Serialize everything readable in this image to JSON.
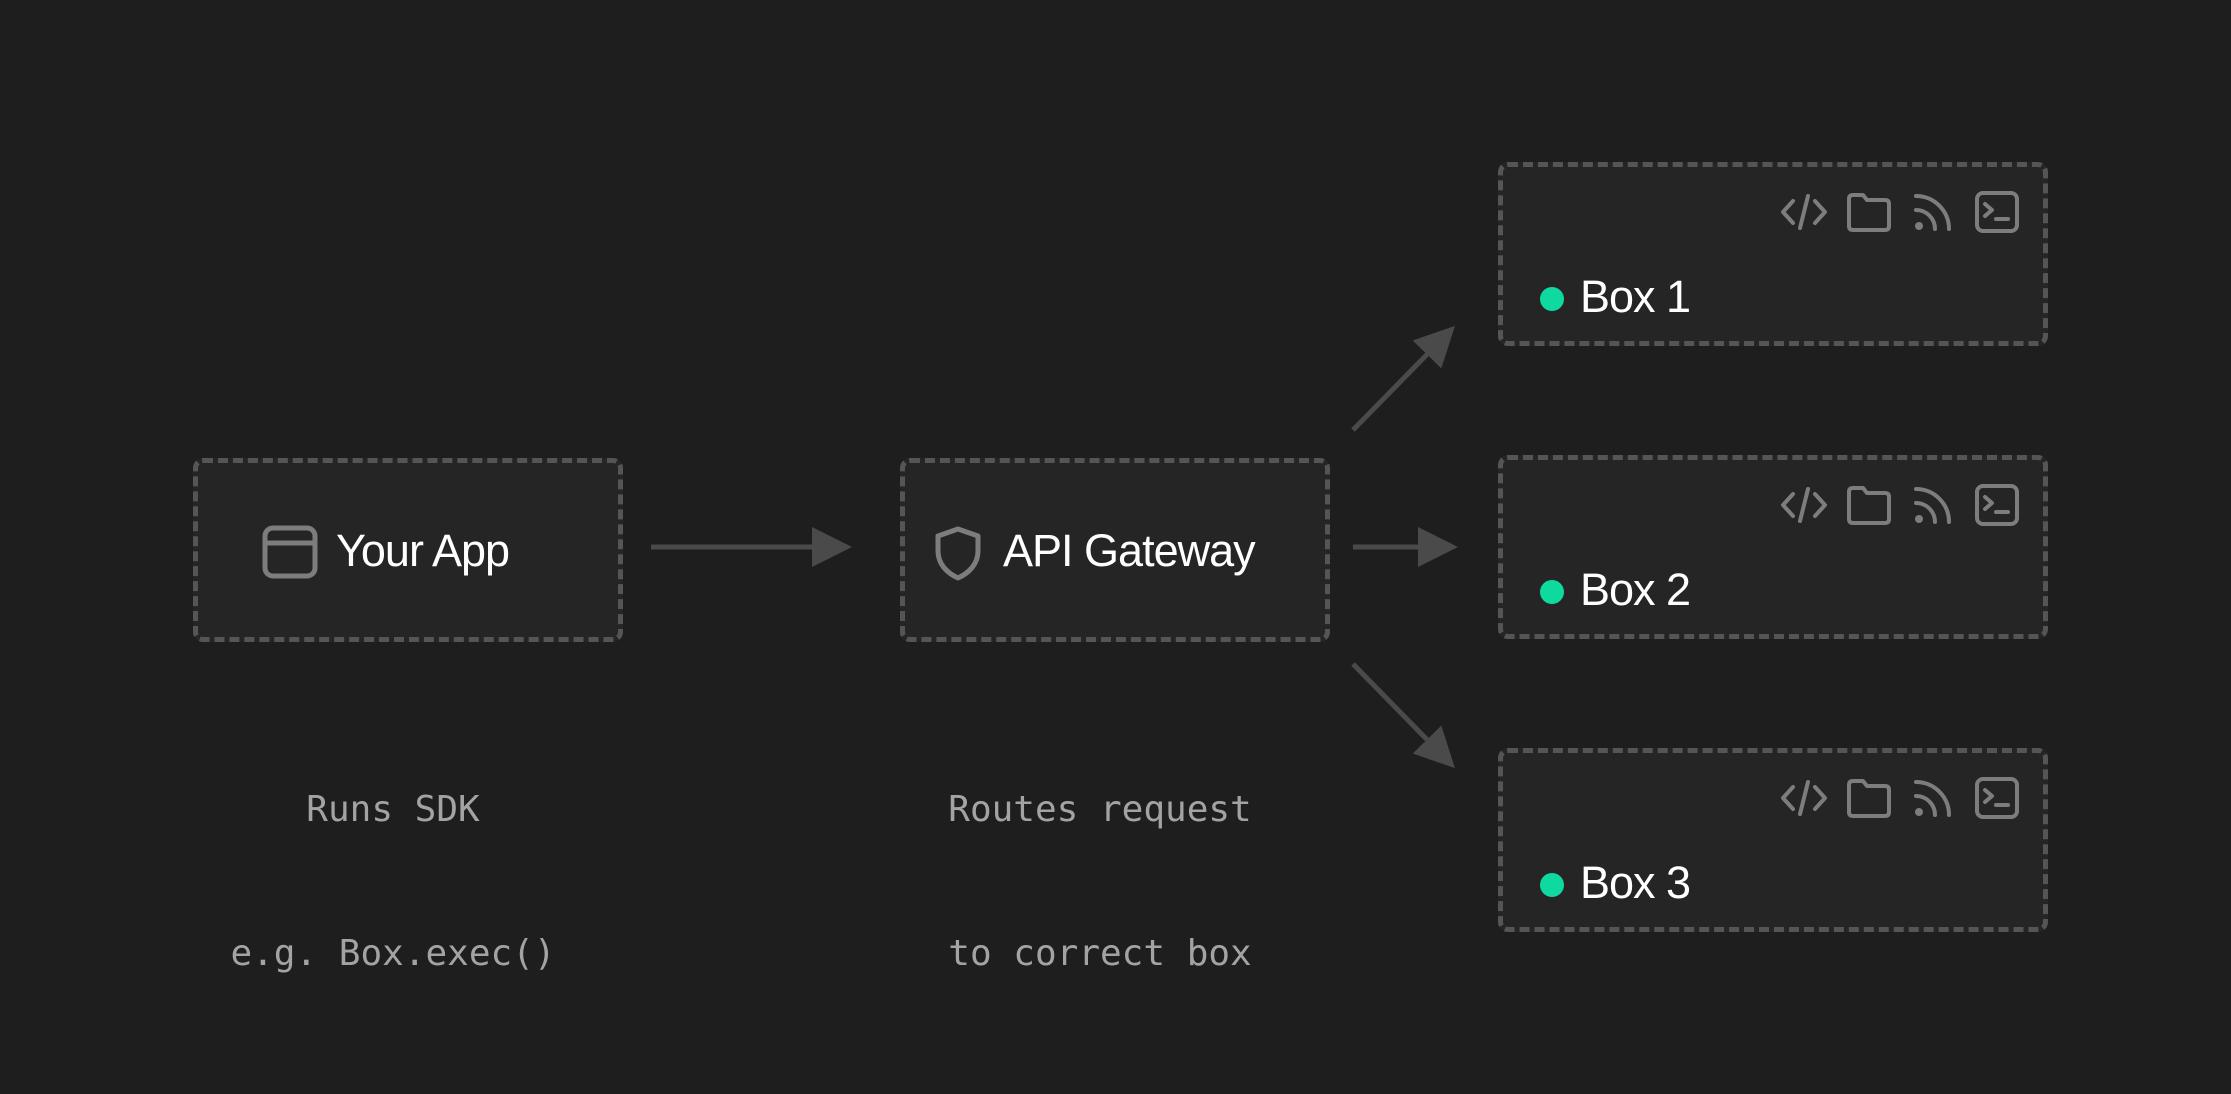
{
  "colors": {
    "background": "#1e1e1e",
    "node_fill": "#252525",
    "node_border": "#555555",
    "connector": "#4a4a4a",
    "icon": "#7d7d7d",
    "status_active": "#10d9a0",
    "label": "#ffffff",
    "caption": "#a3a3a3"
  },
  "app": {
    "label": "Your App",
    "icon": "browser-window-icon",
    "caption_line1": "Runs SDK",
    "caption_line2": "e.g. Box.exec()"
  },
  "gateway": {
    "label": "API Gateway",
    "icon": "shield-icon",
    "caption_line1": "Routes request",
    "caption_line2": "to correct box"
  },
  "boxes": [
    {
      "label": "Box 1",
      "status": "active"
    },
    {
      "label": "Box 2",
      "status": "active"
    },
    {
      "label": "Box 3",
      "status": "active"
    }
  ],
  "box_tool_icons": [
    "code-icon",
    "folder-icon",
    "rss-icon",
    "terminal-icon"
  ]
}
